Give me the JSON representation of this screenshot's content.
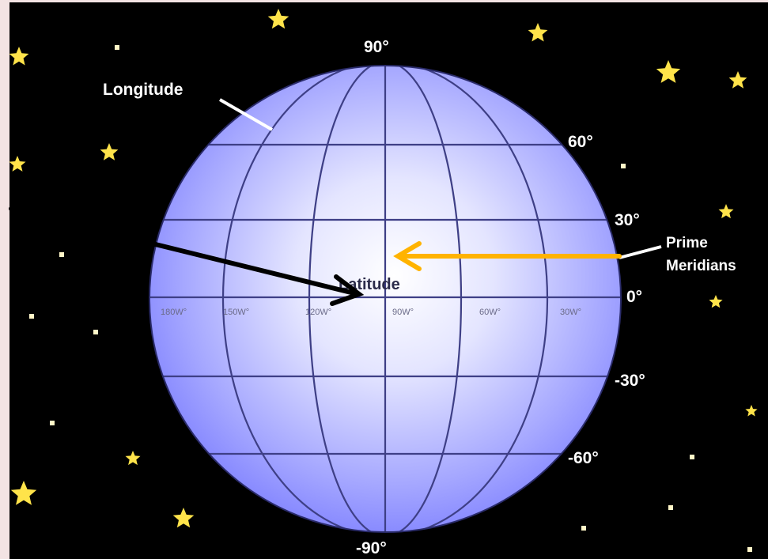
{
  "colors": {
    "page_bg": "#f3e3e3",
    "space": "#000000",
    "globe_center": "#ffffff",
    "globe_edge": "#7b7dff",
    "grid": "#3e3f86",
    "star": "#ffe34a",
    "label": "#ffffff",
    "arrow_orange": "#ffb300",
    "arrow_black": "#000000"
  },
  "labels": {
    "longitude": "Longitude",
    "latitude": "Latitude",
    "prime_meridian_line1": "Prime",
    "prime_meridian_line2": "Meridians"
  },
  "latitude_labels": [
    "90°",
    "60°",
    "30°",
    "0°",
    "-30°",
    "-60°",
    "-90°"
  ],
  "longitude_labels": [
    "180W°",
    "150W°",
    "120W°",
    "90W°",
    "60W°",
    "30W°"
  ]
}
